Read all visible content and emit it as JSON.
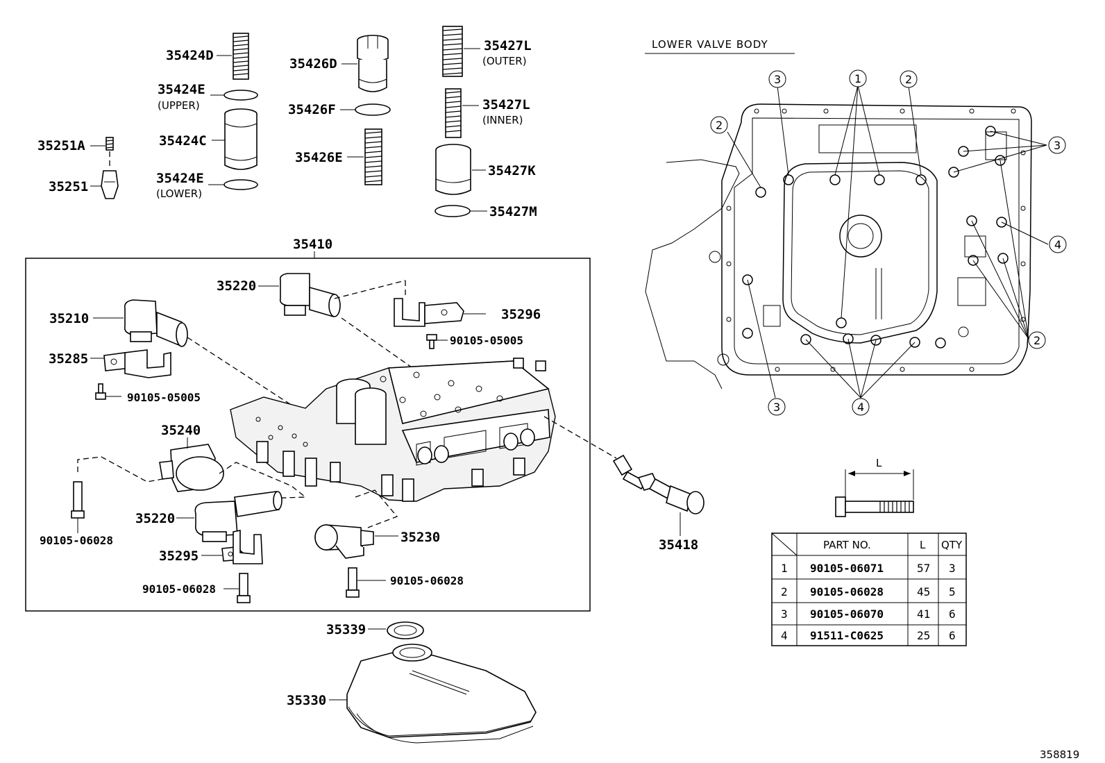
{
  "diagram": {
    "section_title": "LOWER VALVE BODY",
    "figure_id": "358819",
    "dimension_label": "L",
    "parts": {
      "p35424D": "35424D",
      "p35424E_upper": "35424E",
      "p35424E_upper_note": "(UPPER)",
      "p35424C": "35424C",
      "p35424E_lower": "35424E",
      "p35424E_lower_note": "(LOWER)",
      "p35251A": "35251A",
      "p35251": "35251",
      "p35426D": "35426D",
      "p35426F": "35426F",
      "p35426E": "35426E",
      "p35427L_outer": "35427L",
      "p35427L_outer_note": "(OUTER)",
      "p35427L_inner": "35427L",
      "p35427L_inner_note": "(INNER)",
      "p35427K": "35427K",
      "p35427M": "35427M",
      "p35410": "35410",
      "p35220_top": "35220",
      "p35210": "35210",
      "p35296": "35296",
      "p90105_05005_a": "90105-05005",
      "p35285": "35285",
      "p90105_05005_b": "90105-05005",
      "p35240": "35240",
      "p90105_06028_a": "90105-06028",
      "p35220_bottom": "35220",
      "p35295": "35295",
      "p90105_06028_b": "90105-06028",
      "p35230": "35230",
      "p90105_06028_c": "90105-06028",
      "p35418": "35418",
      "p35339": "35339",
      "p35330": "35330"
    },
    "callouts": {
      "c1": "1",
      "c2": "2",
      "c3": "3",
      "c4": "4"
    },
    "bolt_table": {
      "headers": {
        "part_no": "PART NO.",
        "length": "L",
        "qty": "QTY"
      },
      "rows": [
        {
          "key": "1",
          "part_no": "90105-06071",
          "length": "57",
          "qty": "3"
        },
        {
          "key": "2",
          "part_no": "90105-06028",
          "length": "45",
          "qty": "5"
        },
        {
          "key": "3",
          "part_no": "90105-06070",
          "length": "41",
          "qty": "6"
        },
        {
          "key": "4",
          "part_no": "91511-C0625",
          "length": "25",
          "qty": "6"
        }
      ]
    }
  }
}
